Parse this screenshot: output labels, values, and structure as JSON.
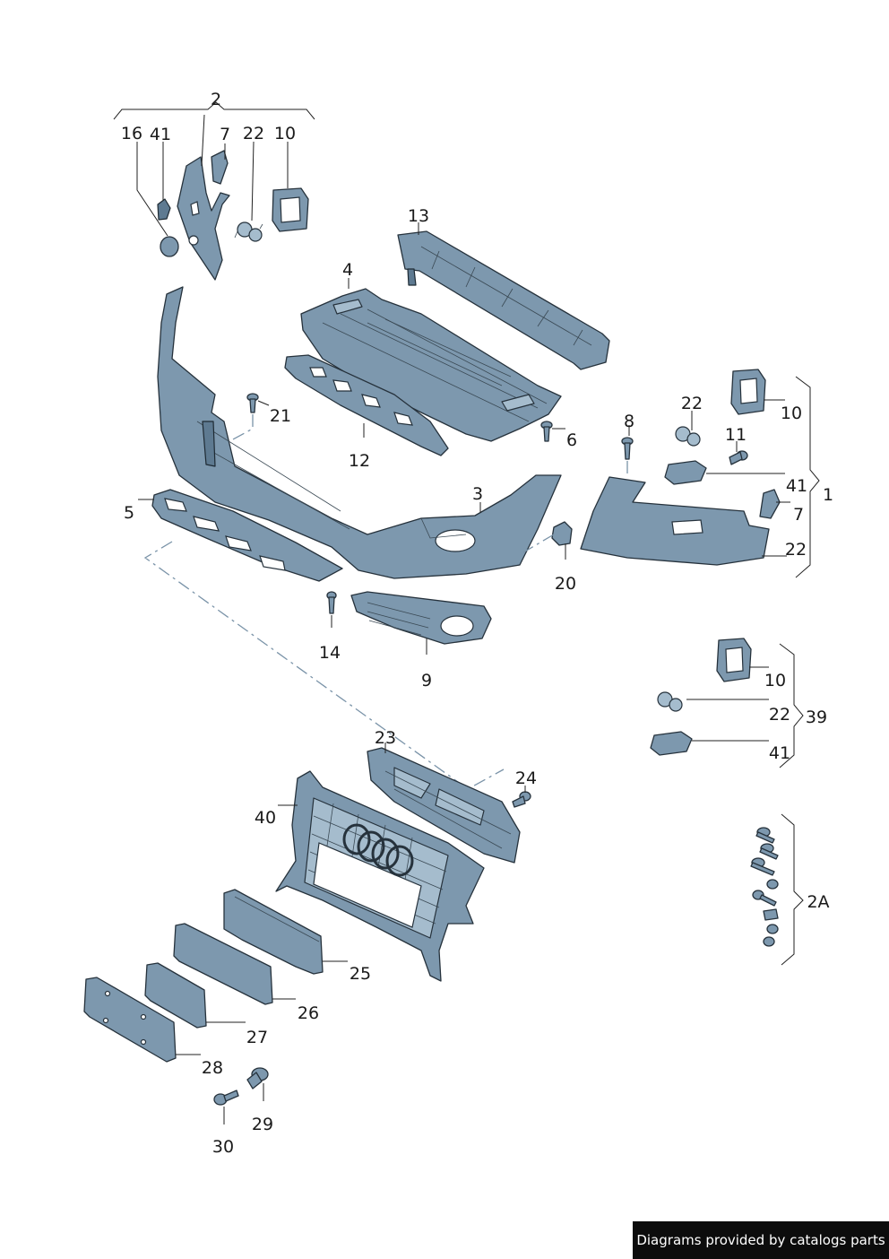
{
  "callouts": {
    "c1": "1",
    "c2": "2",
    "c2a": "2A",
    "c3": "3",
    "c4": "4",
    "c5": "5",
    "c6": "6",
    "c7a": "7",
    "c7b": "7",
    "c8": "8",
    "c9": "9",
    "c10a": "10",
    "c10b": "10",
    "c10c": "10",
    "c11": "11",
    "c12": "12",
    "c13": "13",
    "c14": "14",
    "c16": "16",
    "c20": "20",
    "c21": "21",
    "c22a": "22",
    "c22b": "22",
    "c22c": "22",
    "c22d": "22",
    "c23": "23",
    "c24": "24",
    "c25": "25",
    "c26": "26",
    "c27": "27",
    "c28": "28",
    "c29": "29",
    "c30": "30",
    "c39": "39",
    "c40": "40",
    "c41a": "41",
    "c41b": "41",
    "c41c": "41"
  },
  "footer": {
    "text": "Diagrams provided by catalogs parts"
  },
  "colors": {
    "part": "#7d98ae",
    "outline": "#26323c",
    "footer_bg": "#0c0c0c"
  }
}
